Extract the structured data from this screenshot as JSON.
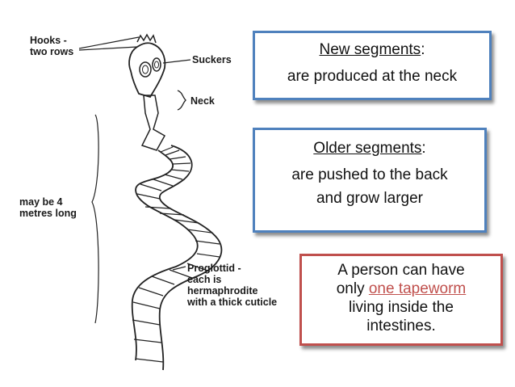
{
  "labels": {
    "hooks": "Hooks -\ntwo rows",
    "suckers": "Suckers",
    "neck": "Neck",
    "length": "may be 4\nmetres long",
    "proglottid": "Proglottid -\neach is\nhermaphrodite\nwith a thick cuticle"
  },
  "box1": {
    "title": "New segments",
    "colon": ":",
    "line1": "are produced at the neck"
  },
  "box2": {
    "title": "Older segments",
    "colon": ":",
    "line1": "are pushed to the back",
    "line2": "and grow larger"
  },
  "box3": {
    "line1": "A person can have",
    "line2_pre": "only ",
    "line2_highlight": "one tapeworm",
    "line3": "living inside the",
    "line4": "intestines."
  },
  "colors": {
    "blue_border": "#4f81bd",
    "red_border": "#c0504d",
    "highlight_text": "#c0504d"
  }
}
